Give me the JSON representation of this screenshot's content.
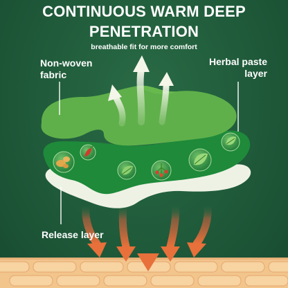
{
  "header": {
    "title_line1": "CONTINUOUS WARM DEEP",
    "title_line2": "PENETRATION",
    "subtitle": "breathable fit for more comfort"
  },
  "labels": {
    "non_woven": "Non-woven fabric",
    "herbal_paste": "Herbal paste layer",
    "release": "Release layer"
  },
  "colors": {
    "background": "#1f5a3a",
    "top_layer": "#5fb04a",
    "herbal_layer": "#1e8a3a",
    "release_layer": "#eef2e4",
    "heat_arrow": "#e0703a",
    "skin": "#f2c58c"
  },
  "icons": [
    "ginger-icon",
    "chili-icon",
    "leaf-icon",
    "berries-icon",
    "mint-leaf-icon",
    "basil-leaf-icon"
  ]
}
